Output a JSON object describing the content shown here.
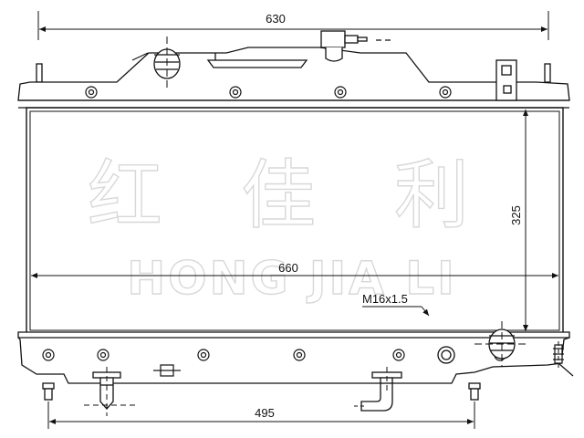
{
  "dimensions": {
    "top_width": "630",
    "core_width": "660",
    "core_height": "325",
    "bottom_width": "495",
    "thread_spec": "M16x1.5"
  },
  "watermark": {
    "chinese": "红 佳 利",
    "latin": "HONG JIA LI"
  },
  "colors": {
    "line": "#111111",
    "watermark_outline": "#d8d8d8",
    "background": "#ffffff"
  }
}
